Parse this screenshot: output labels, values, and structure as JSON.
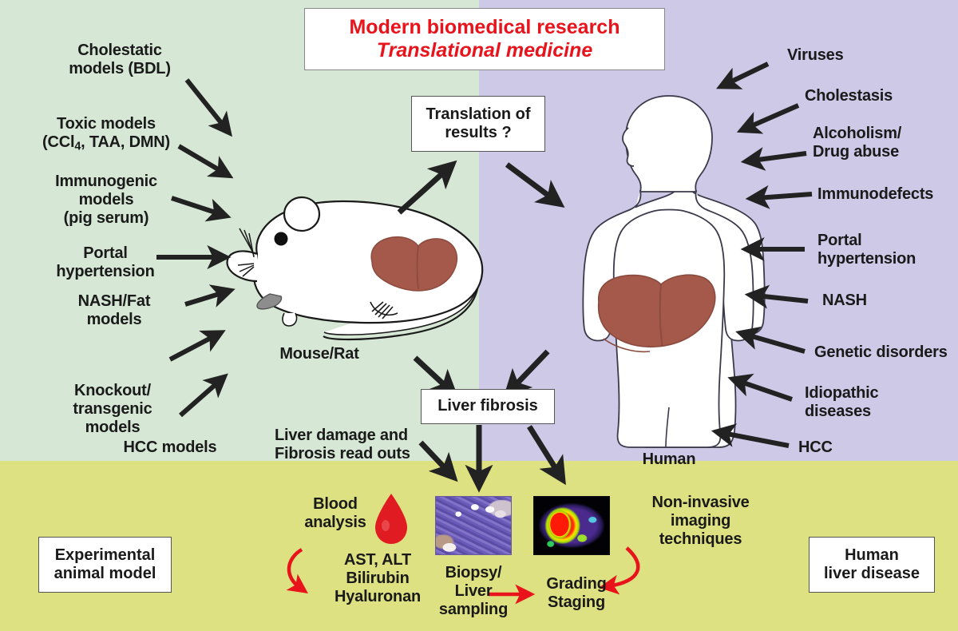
{
  "title": {
    "line1": "Modern biomedical research",
    "line2": "Translational medicine",
    "color": "#e8131b"
  },
  "panels": {
    "animal": {
      "name": "Experimental animal model",
      "color": "#d6e8d5"
    },
    "human": {
      "name": "Human liver disease",
      "color": "#cdc9e6"
    },
    "readout": {
      "name": "Liver damage and Fibrosis read outs",
      "color": "#dde181"
    }
  },
  "left_causes": [
    {
      "id": "cholestatic",
      "text": "Cholestatic\nmodels (BDL)"
    },
    {
      "id": "toxic",
      "text": "Toxic models\n(CCl4, TAA, DMN)",
      "html": "Toxic models<br>(CCl<sub>4</sub>, TAA, DMN)"
    },
    {
      "id": "immunogenic",
      "text": "Immunogenic\nmodels\n(pig serum)"
    },
    {
      "id": "portal-hypertension",
      "text": "Portal\nhypertension"
    },
    {
      "id": "nash-fat",
      "text": "NASH/Fat\nmodels"
    },
    {
      "id": "knockout",
      "text": "Knockout/\ntransgenic\nmodels"
    },
    {
      "id": "hcc-models",
      "text": "HCC models"
    }
  ],
  "right_causes": [
    {
      "id": "viruses",
      "text": "Viruses"
    },
    {
      "id": "cholestasis",
      "text": "Cholestasis"
    },
    {
      "id": "alcoholism",
      "text": "Alcoholism/\nDrug abuse"
    },
    {
      "id": "immunodefects",
      "text": "Immunodefects"
    },
    {
      "id": "portal-hypertension",
      "text": "Portal\nhypertension"
    },
    {
      "id": "nash",
      "text": "NASH"
    },
    {
      "id": "genetic-disorders",
      "text": "Genetic disorders"
    },
    {
      "id": "idiopathic",
      "text": "Idiopathic\ndiseases"
    },
    {
      "id": "hcc",
      "text": "HCC"
    }
  ],
  "center": {
    "translation_box": "Translation of\nresults ?",
    "liver_fibrosis_box": "Liver fibrosis",
    "mouse_label": "Mouse/Rat",
    "human_label": "Human",
    "readouts_label": "Liver damage and\nFibrosis read outs"
  },
  "readouts": {
    "blood_analysis": "Blood\nanalysis",
    "blood_markers": "AST, ALT\nBilirubin\nHyaluronan",
    "biopsy": "Biopsy/\nLiver\nsampling",
    "grading": "Grading\nStaging",
    "imaging": "Non-invasive\nimaging\ntechniques"
  },
  "corner_boxes": {
    "left": "Experimental\nanimal model",
    "right": "Human\nliver disease"
  },
  "colors": {
    "arrow_black": "#222222",
    "arrow_red": "#e8131b",
    "liver_brown": "#a4594b",
    "blood_red": "#e01b22",
    "body_white": "#ffffff"
  },
  "icons": {
    "blood_drop": "blood-drop-icon",
    "mouse": "mouse-illustration",
    "human": "human-body-illustration",
    "histology": "histology-image",
    "pet_scan": "pet-scan-image"
  }
}
